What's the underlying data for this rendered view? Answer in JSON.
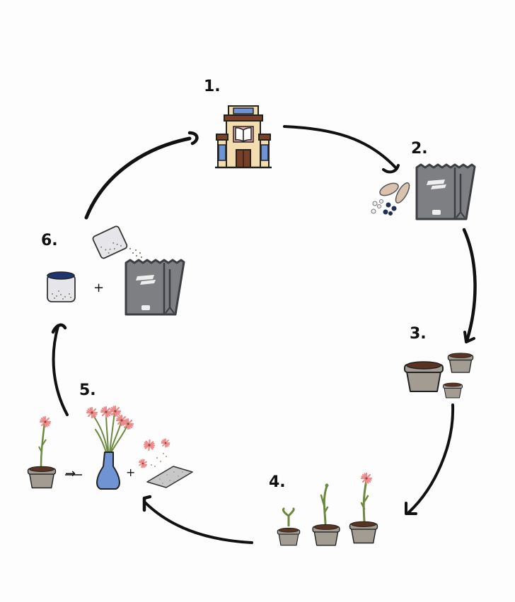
{
  "diagram": {
    "type": "cycle",
    "description": "Seed library cycle",
    "colors": {
      "background": "#fdfdfd",
      "arrow": "#111111",
      "building_wall": "#f3dcae",
      "building_roof": "#7a3f24",
      "building_window": "#6f93d3",
      "book_pink": "#e8aab0",
      "seed_bag": "#7e7f82",
      "seed_bag_outline": "#3c3e44",
      "pot": "#a39c92",
      "soil": "#5a3323",
      "stem": "#6c8a3f",
      "petal": "#ef8a8a",
      "vase": "#6f93d3",
      "jar_lid": "#1f3570"
    },
    "steps": [
      {
        "id": 1,
        "label": "1.",
        "icon": "library-building-icon"
      },
      {
        "id": 2,
        "label": "2.",
        "icon": "seeds-and-seed-packet-icon"
      },
      {
        "id": 3,
        "label": "3.",
        "icon": "pots-with-soil-icon"
      },
      {
        "id": 4,
        "label": "4.",
        "icon": "growing-plants-icon"
      },
      {
        "id": 5,
        "label": "5.",
        "icon": "cut-flowers-and-drying-seeds-icon",
        "arrow_symbol": "→",
        "plus_symbol": "+"
      },
      {
        "id": 6,
        "label": "6.",
        "icon": "seed-jar-and-packet-icon",
        "plus_symbol": "+"
      }
    ],
    "connections": [
      {
        "from": 1,
        "to": 2
      },
      {
        "from": 2,
        "to": 3
      },
      {
        "from": 3,
        "to": 4
      },
      {
        "from": 4,
        "to": 5
      },
      {
        "from": 5,
        "to": 6
      },
      {
        "from": 6,
        "to": 1
      }
    ]
  }
}
